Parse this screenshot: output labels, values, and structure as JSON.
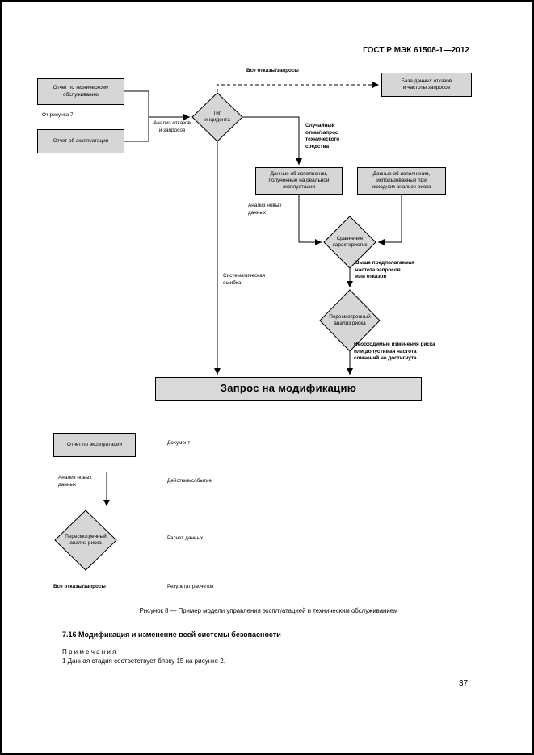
{
  "header": {
    "standard": "ГОСТ Р МЭК 61508-1—2012"
  },
  "colors": {
    "box_fill": "#d6d6d6",
    "line": "#000000"
  },
  "flowchart": {
    "maintenance_report_box": "Отчет по техническому\nобслуживанию",
    "from_figure_label": "От рисунка 7",
    "operation_report_box": "Отчет об эксплуатации",
    "incident_type_diamond": "Тип\nинцидента",
    "failure_analysis_label": "Анализ отказов\nи запросов",
    "all_failures_label": "Все отказы/запросы",
    "database_box": "База данных отказов\nи частоты запросов",
    "random_failure_label": "Случайный\nотказ/запрос\nтехнического\nсредства",
    "actual_performance_box": "Данные об исполнении,\nполученные на реальной\nэксплуатации",
    "initial_performance_box": "Данные об исполнении,\nиспользованные при\nисходном анализе риска",
    "new_data_label": "Анализ новых\nданных",
    "compare_diamond": "Сравнение\nхарактеристик",
    "higher_rate_label": "Выше предполагаемая\nчастота запросов\nили отказов",
    "revised_risk_diamond": "Пересмотренный\nанализ риска",
    "systematic_fault_label": "Систематическая\nошибка",
    "risk_change_label": "Необходимые изменения риска\nили допустимая частота\nсомнений не достигнута",
    "modification_request_box": "Запрос на модификацию"
  },
  "legend": {
    "report_box": "Отчет по эксплуатации",
    "document_label": "Документ",
    "new_data_label": "Анализ новых\nданных",
    "action_label": "Действие/событие",
    "revised_risk_diamond": "Пересмотренный\nанализ риска",
    "calculation_label": "Расчет данных",
    "all_failures_label": "Все отказы/запросы",
    "result_label": "Результат расчетов"
  },
  "caption": "Рисунок 8 — Пример модели управления эксплуатацией и техническим обслуживанием",
  "section": {
    "heading": "7.16  Модификация и изменение всей системы безопасности",
    "notes_title": "П р и м е ч а н и я",
    "note_1": "1 Данная стадия соответствует блоку 15 на рисунке 2."
  },
  "footer": {
    "page_number": "37"
  }
}
